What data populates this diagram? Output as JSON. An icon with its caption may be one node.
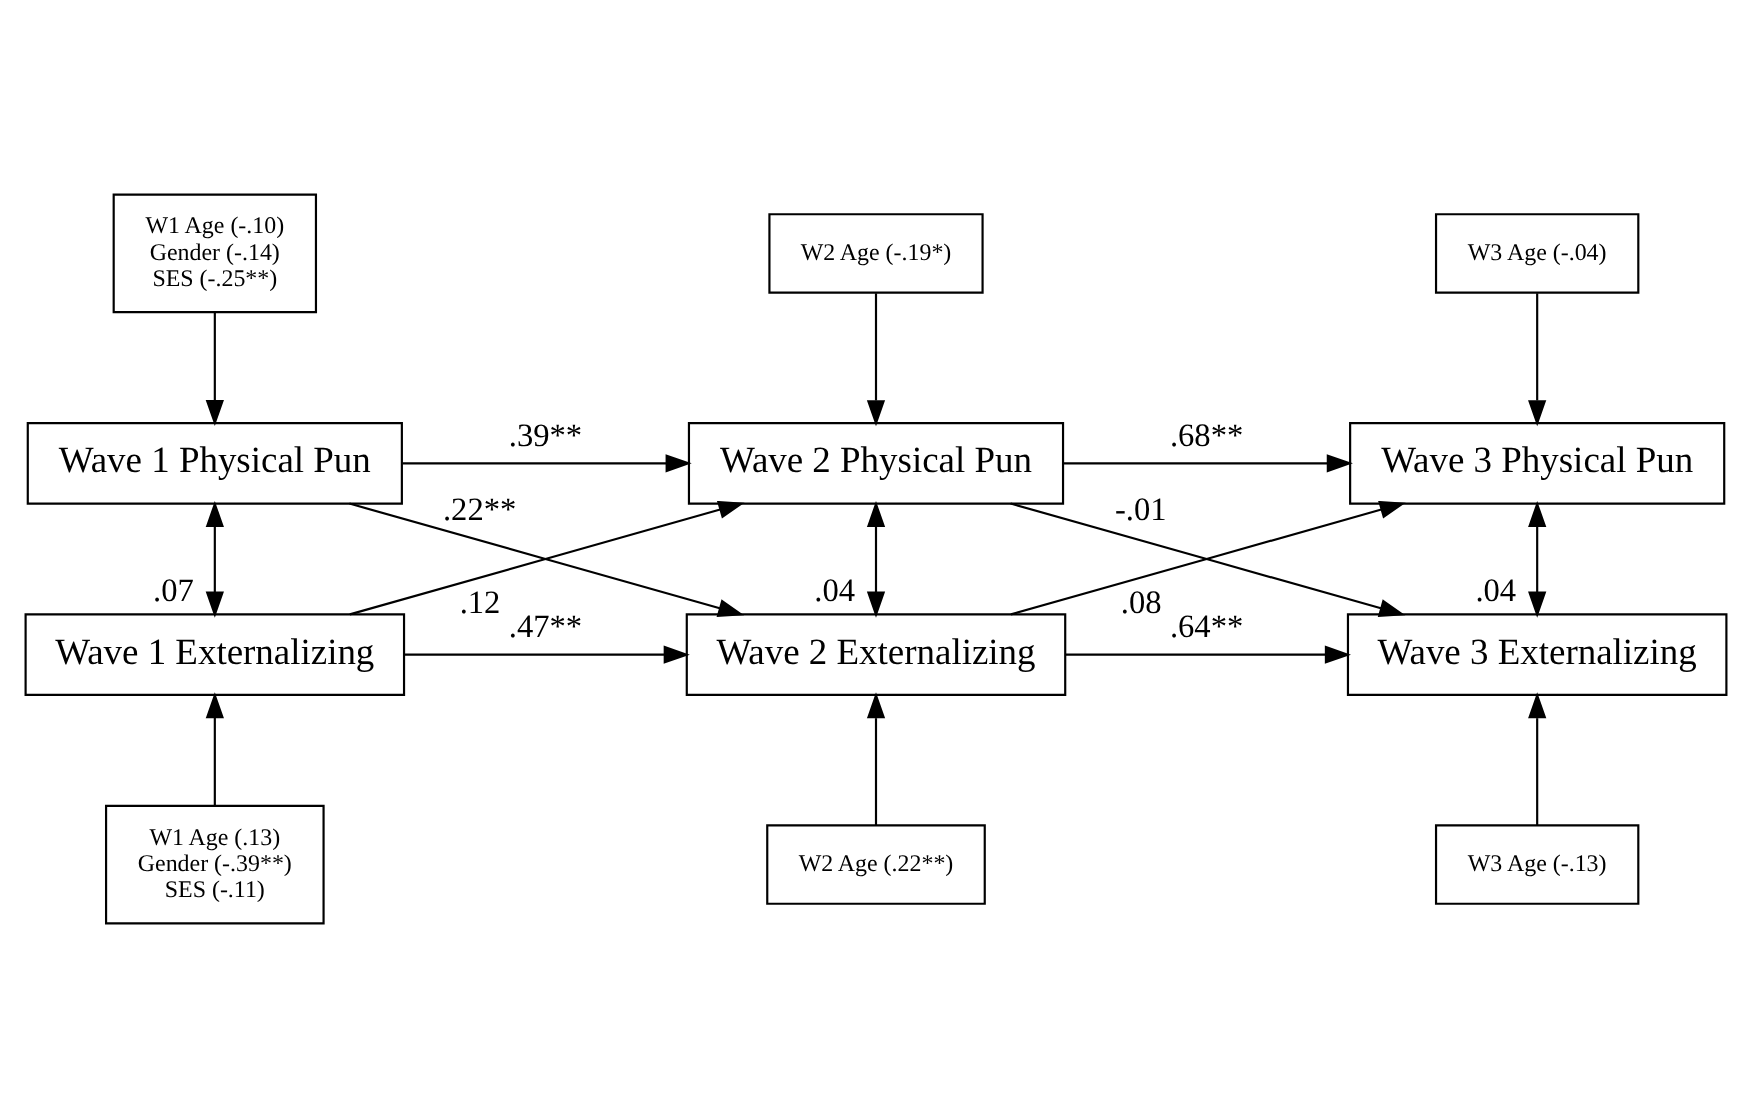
{
  "diagram": {
    "nodes": [
      {
        "text": [
          "W1 Age (-.10)",
          "Gender (-.14)",
          "SES (-.25**)"
        ]
      },
      {
        "text": [
          "W2 Age (-.19*)"
        ]
      },
      {
        "text": [
          "W3 Age (-.04)"
        ]
      },
      {
        "text": [
          "Wave 1 Physical Pun"
        ]
      },
      {
        "text": [
          "Wave 2 Physical Pun"
        ]
      },
      {
        "text": [
          "Wave 3 Physical Pun"
        ]
      },
      {
        "text": [
          "Wave 1 Externalizing"
        ]
      },
      {
        "text": [
          "Wave 2 Externalizing"
        ]
      },
      {
        "text": [
          "Wave 3 Externalizing"
        ]
      },
      {
        "text": [
          "W1 Age (.13)",
          "Gender (-.39**)",
          "SES (-.11)"
        ]
      },
      {
        "text": [
          "W2 Age (.22**)"
        ]
      },
      {
        "text": [
          "W3 Age (-.13)"
        ]
      }
    ],
    "edges": [
      {
        "from": 0,
        "to": 3,
        "arrow": "to"
      },
      {
        "from": 1,
        "to": 4,
        "arrow": "to"
      },
      {
        "from": 2,
        "to": 5,
        "arrow": "to"
      },
      {
        "from": 3,
        "to": 4,
        "arrow": "to",
        "label": ".39**"
      },
      {
        "from": 4,
        "to": 5,
        "arrow": "to",
        "label": ".68**"
      },
      {
        "from": 3,
        "to": 7,
        "arrow": "to",
        "label": ".22**"
      },
      {
        "from": 4,
        "to": 8,
        "arrow": "to",
        "label": "-.01"
      },
      {
        "from": 3,
        "to": 6,
        "arrow": "both",
        "label": ".07"
      },
      {
        "from": 4,
        "to": 7,
        "arrow": "both",
        "label": ".04"
      },
      {
        "from": 5,
        "to": 8,
        "arrow": "both",
        "label": ".04"
      },
      {
        "from": 6,
        "to": 4,
        "arrow": "to",
        "label": ".12"
      },
      {
        "from": 7,
        "to": 5,
        "arrow": "to",
        "label": ".08"
      },
      {
        "from": 6,
        "to": 7,
        "arrow": "to",
        "label": ".47**"
      },
      {
        "from": 7,
        "to": 8,
        "arrow": "to",
        "label": ".64**"
      },
      {
        "from": 9,
        "to": 6,
        "arrow": "to"
      },
      {
        "from": 10,
        "to": 7,
        "arrow": "to"
      },
      {
        "from": 11,
        "to": 8,
        "arrow": "to"
      }
    ]
  }
}
